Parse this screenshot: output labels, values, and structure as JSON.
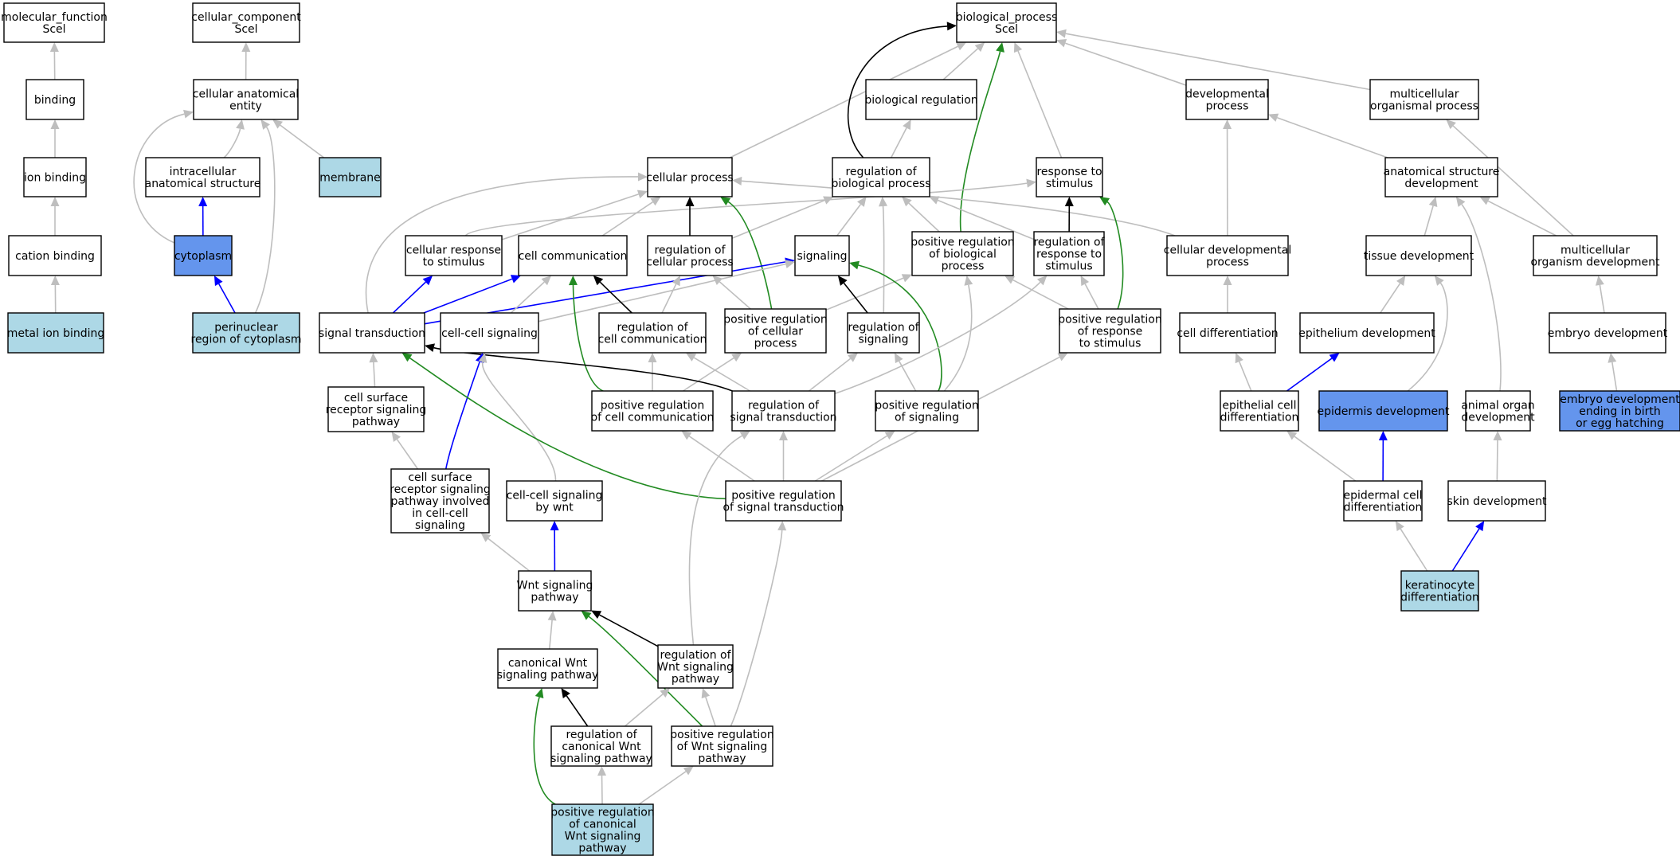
{
  "colors": {
    "default_fill": "#ffffff",
    "light_blue": "#add8e6",
    "cornflower": "#6495ed",
    "is_a_edge": "#bebebe",
    "part_of_edge": "#0000ff",
    "regulates_edge": "#000000",
    "positively_regulates_edge": "#228b22"
  },
  "nodes": [
    {
      "id": "mf",
      "lines": [
        "molecular_function",
        "Scel"
      ],
      "fill": "white"
    },
    {
      "id": "cc",
      "lines": [
        "cellular_component",
        "Scel"
      ],
      "fill": "white"
    },
    {
      "id": "bp",
      "lines": [
        "biological_process",
        "Scel"
      ],
      "fill": "white"
    },
    {
      "id": "binding",
      "lines": [
        "binding"
      ],
      "fill": "white"
    },
    {
      "id": "ionbind",
      "lines": [
        "ion binding"
      ],
      "fill": "white"
    },
    {
      "id": "cation",
      "lines": [
        "cation binding"
      ],
      "fill": "white"
    },
    {
      "id": "metal",
      "lines": [
        "metal ion binding"
      ],
      "fill": "lightblue"
    },
    {
      "id": "cae",
      "lines": [
        "cellular anatomical",
        "entity"
      ],
      "fill": "white"
    },
    {
      "id": "ias",
      "lines": [
        "intracellular",
        "anatomical structure"
      ],
      "fill": "white"
    },
    {
      "id": "membrane",
      "lines": [
        "membrane"
      ],
      "fill": "lightblue"
    },
    {
      "id": "cytoplasm",
      "lines": [
        "cytoplasm"
      ],
      "fill": "cornflower"
    },
    {
      "id": "perinuc",
      "lines": [
        "perinuclear",
        "region of cytoplasm"
      ],
      "fill": "lightblue"
    },
    {
      "id": "bioreg",
      "lines": [
        "biological regulation"
      ],
      "fill": "white"
    },
    {
      "id": "devproc",
      "lines": [
        "developmental",
        "process"
      ],
      "fill": "white"
    },
    {
      "id": "multiorg",
      "lines": [
        "multicellular",
        "organismal process"
      ],
      "fill": "white"
    },
    {
      "id": "cellproc",
      "lines": [
        "cellular process"
      ],
      "fill": "white"
    },
    {
      "id": "regbio",
      "lines": [
        "regulation of",
        "biological process"
      ],
      "fill": "white"
    },
    {
      "id": "respstim",
      "lines": [
        "response to",
        "stimulus"
      ],
      "fill": "white"
    },
    {
      "id": "anatdev",
      "lines": [
        "anatomical structure",
        "development"
      ],
      "fill": "white"
    },
    {
      "id": "cellresp",
      "lines": [
        "cellular response",
        "to stimulus"
      ],
      "fill": "white"
    },
    {
      "id": "cellcomm",
      "lines": [
        "cell communication"
      ],
      "fill": "white"
    },
    {
      "id": "regcellproc",
      "lines": [
        "regulation of",
        "cellular process"
      ],
      "fill": "white"
    },
    {
      "id": "signaling",
      "lines": [
        "signaling"
      ],
      "fill": "white"
    },
    {
      "id": "posregbio",
      "lines": [
        "positive regulation",
        "of biological",
        "process"
      ],
      "fill": "white"
    },
    {
      "id": "regresp",
      "lines": [
        "regulation of",
        "response to",
        "stimulus"
      ],
      "fill": "white"
    },
    {
      "id": "celldevproc",
      "lines": [
        "cellular developmental",
        "process"
      ],
      "fill": "white"
    },
    {
      "id": "tissuedev",
      "lines": [
        "tissue development"
      ],
      "fill": "white"
    },
    {
      "id": "multidev",
      "lines": [
        "multicellular",
        "organism development"
      ],
      "fill": "white"
    },
    {
      "id": "sigtrans",
      "lines": [
        "signal transduction"
      ],
      "fill": "white"
    },
    {
      "id": "ccsig",
      "lines": [
        "cell-cell signaling"
      ],
      "fill": "white"
    },
    {
      "id": "regcellcomm",
      "lines": [
        "regulation of",
        "cell communication"
      ],
      "fill": "white"
    },
    {
      "id": "posregcellproc",
      "lines": [
        "positive regulation",
        "of cellular",
        "process"
      ],
      "fill": "white"
    },
    {
      "id": "regsig",
      "lines": [
        "regulation of",
        "signaling"
      ],
      "fill": "white"
    },
    {
      "id": "posregresp",
      "lines": [
        "positive regulation",
        "of response",
        "to stimulus"
      ],
      "fill": "white"
    },
    {
      "id": "celldiff",
      "lines": [
        "cell differentiation"
      ],
      "fill": "white"
    },
    {
      "id": "epidev",
      "lines": [
        "epithelium development"
      ],
      "fill": "white"
    },
    {
      "id": "embdev",
      "lines": [
        "embryo development"
      ],
      "fill": "white"
    },
    {
      "id": "csrsp",
      "lines": [
        "cell surface",
        "receptor signaling",
        "pathway"
      ],
      "fill": "white"
    },
    {
      "id": "posregcellcomm",
      "lines": [
        "positive regulation",
        "of cell communication"
      ],
      "fill": "white"
    },
    {
      "id": "regsigtrans",
      "lines": [
        "regulation of",
        "signal transduction"
      ],
      "fill": "white"
    },
    {
      "id": "posregsig",
      "lines": [
        "positive regulation",
        "of signaling"
      ],
      "fill": "white"
    },
    {
      "id": "epicelldiff",
      "lines": [
        "epithelial cell",
        "differentiation"
      ],
      "fill": "white"
    },
    {
      "id": "epiderm",
      "lines": [
        "epidermis development"
      ],
      "fill": "cornflower"
    },
    {
      "id": "animorg",
      "lines": [
        "animal organ",
        "development"
      ],
      "fill": "white"
    },
    {
      "id": "embdevbirth",
      "lines": [
        "embryo development",
        "ending in birth",
        "or egg hatching"
      ],
      "fill": "cornflower"
    },
    {
      "id": "csrspcc",
      "lines": [
        "cell surface",
        "receptor signaling",
        "pathway involved",
        "in cell-cell",
        "signaling"
      ],
      "fill": "white"
    },
    {
      "id": "ccwnt",
      "lines": [
        "cell-cell signaling",
        "by wnt"
      ],
      "fill": "white"
    },
    {
      "id": "posregsigtrans",
      "lines": [
        "positive regulation",
        "of signal transduction"
      ],
      "fill": "white"
    },
    {
      "id": "epidcelldiff",
      "lines": [
        "epidermal cell",
        "differentiation"
      ],
      "fill": "white"
    },
    {
      "id": "skindev",
      "lines": [
        "skin development"
      ],
      "fill": "white"
    },
    {
      "id": "wnt",
      "lines": [
        "Wnt signaling",
        "pathway"
      ],
      "fill": "white"
    },
    {
      "id": "kerat",
      "lines": [
        "keratinocyte",
        "differentiation"
      ],
      "fill": "lightblue"
    },
    {
      "id": "canwnt",
      "lines": [
        "canonical Wnt",
        "signaling pathway"
      ],
      "fill": "white"
    },
    {
      "id": "regwnt",
      "lines": [
        "regulation of",
        "Wnt signaling",
        "pathway"
      ],
      "fill": "white"
    },
    {
      "id": "regcanwnt",
      "lines": [
        "regulation of",
        "canonical Wnt",
        "signaling pathway"
      ],
      "fill": "white"
    },
    {
      "id": "posregwnt",
      "lines": [
        "positive regulation",
        "of Wnt signaling",
        "pathway"
      ],
      "fill": "white"
    },
    {
      "id": "posregcanwnt",
      "lines": [
        "positive regulation",
        "of canonical",
        "Wnt signaling",
        "pathway"
      ],
      "fill": "lightblue"
    }
  ],
  "edges": [
    {
      "from": "binding",
      "to": "mf",
      "type": "is_a"
    },
    {
      "from": "ionbind",
      "to": "binding",
      "type": "is_a"
    },
    {
      "from": "cation",
      "to": "ionbind",
      "type": "is_a"
    },
    {
      "from": "metal",
      "to": "cation",
      "type": "is_a"
    },
    {
      "from": "cae",
      "to": "cc",
      "type": "is_a"
    },
    {
      "from": "ias",
      "to": "cae",
      "type": "is_a"
    },
    {
      "from": "membrane",
      "to": "cae",
      "type": "is_a"
    },
    {
      "from": "cytoplasm",
      "to": "cae",
      "type": "is_a"
    },
    {
      "from": "perinuc",
      "to": "cae",
      "type": "is_a"
    },
    {
      "from": "cytoplasm",
      "to": "ias",
      "type": "part_of"
    },
    {
      "from": "perinuc",
      "to": "cytoplasm",
      "type": "part_of"
    },
    {
      "from": "cellproc",
      "to": "bp",
      "type": "is_a"
    },
    {
      "from": "bioreg",
      "to": "bp",
      "type": "is_a"
    },
    {
      "from": "regbio",
      "to": "bp",
      "type": "regulates"
    },
    {
      "from": "regbio",
      "to": "bioreg",
      "type": "is_a"
    },
    {
      "from": "respstim",
      "to": "bp",
      "type": "is_a"
    },
    {
      "from": "posregbio",
      "to": "bp",
      "type": "positively_regulates"
    },
    {
      "from": "devproc",
      "to": "bp",
      "type": "is_a"
    },
    {
      "from": "multiorg",
      "to": "bp",
      "type": "is_a"
    },
    {
      "from": "anatdev",
      "to": "devproc",
      "type": "is_a"
    },
    {
      "from": "celldevproc",
      "to": "devproc",
      "type": "is_a"
    },
    {
      "from": "multidev",
      "to": "multiorg",
      "type": "is_a"
    },
    {
      "from": "multidev",
      "to": "anatdev",
      "type": "is_a"
    },
    {
      "from": "tissuedev",
      "to": "anatdev",
      "type": "is_a"
    },
    {
      "from": "animorg",
      "to": "anatdev",
      "type": "is_a"
    },
    {
      "from": "celldevproc",
      "to": "cellproc",
      "type": "is_a"
    },
    {
      "from": "cellresp",
      "to": "cellproc",
      "type": "is_a"
    },
    {
      "from": "cellresp",
      "to": "respstim",
      "type": "is_a"
    },
    {
      "from": "cellcomm",
      "to": "cellproc",
      "type": "is_a"
    },
    {
      "from": "regcellproc",
      "to": "cellproc",
      "type": "regulates"
    },
    {
      "from": "regcellproc",
      "to": "regbio",
      "type": "is_a"
    },
    {
      "from": "signaling",
      "to": "regbio",
      "type": "is_a"
    },
    {
      "from": "posregbio",
      "to": "regbio",
      "type": "is_a"
    },
    {
      "from": "regresp",
      "to": "regbio",
      "type": "is_a"
    },
    {
      "from": "regresp",
      "to": "respstim",
      "type": "regulates"
    },
    {
      "from": "regsig",
      "to": "regbio",
      "type": "is_a"
    },
    {
      "from": "posregcellproc",
      "to": "cellproc",
      "type": "positively_regulates"
    },
    {
      "from": "sigtrans",
      "to": "cellproc",
      "type": "is_a"
    },
    {
      "from": "sigtrans",
      "to": "cellresp",
      "type": "part_of"
    },
    {
      "from": "sigtrans",
      "to": "cellcomm",
      "type": "part_of"
    },
    {
      "from": "sigtrans",
      "to": "signaling",
      "type": "part_of"
    },
    {
      "from": "ccsig",
      "to": "cellcomm",
      "type": "is_a"
    },
    {
      "from": "ccsig",
      "to": "signaling",
      "type": "is_a"
    },
    {
      "from": "regcellcomm",
      "to": "cellcomm",
      "type": "regulates"
    },
    {
      "from": "regcellcomm",
      "to": "regcellproc",
      "type": "is_a"
    },
    {
      "from": "posregcellproc",
      "to": "regcellproc",
      "type": "is_a"
    },
    {
      "from": "posregcellproc",
      "to": "posregbio",
      "type": "is_a"
    },
    {
      "from": "regsig",
      "to": "signaling",
      "type": "regulates"
    },
    {
      "from": "posregsig",
      "to": "signaling",
      "type": "positively_regulates"
    },
    {
      "from": "posregresp",
      "to": "respstim",
      "type": "positively_regulates"
    },
    {
      "from": "posregresp",
      "to": "posregbio",
      "type": "is_a"
    },
    {
      "from": "posregresp",
      "to": "regresp",
      "type": "is_a"
    },
    {
      "from": "posregsig",
      "to": "posregbio",
      "type": "is_a"
    },
    {
      "from": "regsigtrans",
      "to": "regresp",
      "type": "is_a"
    },
    {
      "from": "celldiff",
      "to": "celldevproc",
      "type": "is_a"
    },
    {
      "from": "epidev",
      "to": "tissuedev",
      "type": "is_a"
    },
    {
      "from": "epiderm",
      "to": "tissuedev",
      "type": "is_a"
    },
    {
      "from": "embdev",
      "to": "multidev",
      "type": "is_a"
    },
    {
      "from": "embdevbirth",
      "to": "embdev",
      "type": "is_a"
    },
    {
      "from": "csrsp",
      "to": "sigtrans",
      "type": "is_a"
    },
    {
      "from": "posregcellcomm",
      "to": "cellcomm",
      "type": "positively_regulates"
    },
    {
      "from": "posregcellcomm",
      "to": "regcellcomm",
      "type": "is_a"
    },
    {
      "from": "posregcellcomm",
      "to": "posregcellproc",
      "type": "is_a"
    },
    {
      "from": "regsigtrans",
      "to": "sigtrans",
      "type": "regulates"
    },
    {
      "from": "regsigtrans",
      "to": "regcellcomm",
      "type": "is_a"
    },
    {
      "from": "regsigtrans",
      "to": "regsig",
      "type": "is_a"
    },
    {
      "from": "posregsig",
      "to": "regsig",
      "type": "is_a"
    },
    {
      "from": "epicelldiff",
      "to": "celldiff",
      "type": "is_a"
    },
    {
      "from": "epicelldiff",
      "to": "epidev",
      "type": "part_of"
    },
    {
      "from": "csrspcc",
      "to": "csrsp",
      "type": "is_a"
    },
    {
      "from": "csrspcc",
      "to": "ccsig",
      "type": "part_of"
    },
    {
      "from": "ccwnt",
      "to": "ccsig",
      "type": "is_a"
    },
    {
      "from": "posregsigtrans",
      "to": "sigtrans",
      "type": "positively_regulates"
    },
    {
      "from": "posregsigtrans",
      "to": "posregcellcomm",
      "type": "is_a"
    },
    {
      "from": "posregsigtrans",
      "to": "regsigtrans",
      "type": "is_a"
    },
    {
      "from": "posregsigtrans",
      "to": "posregsig",
      "type": "is_a"
    },
    {
      "from": "posregsigtrans",
      "to": "posregresp",
      "type": "is_a"
    },
    {
      "from": "epidcelldiff",
      "to": "epicelldiff",
      "type": "is_a"
    },
    {
      "from": "epidcelldiff",
      "to": "epiderm",
      "type": "part_of"
    },
    {
      "from": "skindev",
      "to": "animorg",
      "type": "is_a"
    },
    {
      "from": "wnt",
      "to": "csrspcc",
      "type": "is_a"
    },
    {
      "from": "wnt",
      "to": "ccwnt",
      "type": "part_of"
    },
    {
      "from": "kerat",
      "to": "epidcelldiff",
      "type": "is_a"
    },
    {
      "from": "kerat",
      "to": "skindev",
      "type": "part_of"
    },
    {
      "from": "canwnt",
      "to": "wnt",
      "type": "is_a"
    },
    {
      "from": "regwnt",
      "to": "wnt",
      "type": "regulates"
    },
    {
      "from": "regwnt",
      "to": "regsigtrans",
      "type": "is_a"
    },
    {
      "from": "posregwnt",
      "to": "wnt",
      "type": "positively_regulates"
    },
    {
      "from": "posregwnt",
      "to": "regwnt",
      "type": "is_a"
    },
    {
      "from": "posregwnt",
      "to": "posregsigtrans",
      "type": "is_a"
    },
    {
      "from": "regcanwnt",
      "to": "canwnt",
      "type": "regulates"
    },
    {
      "from": "regcanwnt",
      "to": "regwnt",
      "type": "is_a"
    },
    {
      "from": "posregcanwnt",
      "to": "canwnt",
      "type": "positively_regulates"
    },
    {
      "from": "posregcanwnt",
      "to": "regcanwnt",
      "type": "is_a"
    },
    {
      "from": "posregcanwnt",
      "to": "posregwnt",
      "type": "is_a"
    }
  ]
}
